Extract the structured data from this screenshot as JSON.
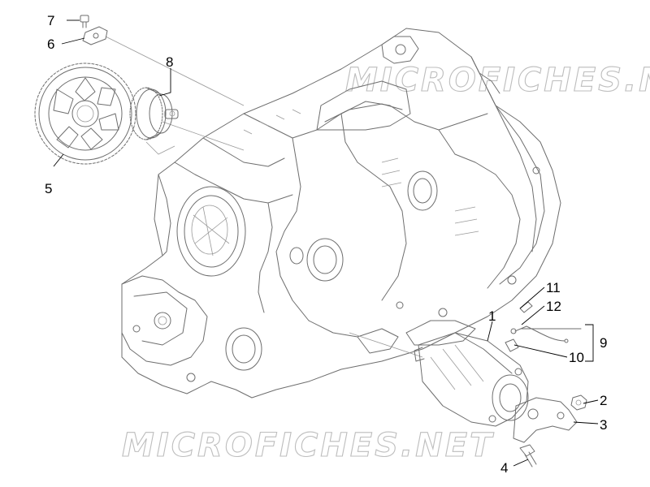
{
  "watermark": {
    "top_text": "MICROFICHES.NET",
    "bottom_text": "MICROFICHES.NET"
  },
  "callouts": [
    {
      "id": "1",
      "label": "1"
    },
    {
      "id": "2",
      "label": "2"
    },
    {
      "id": "3",
      "label": "3"
    },
    {
      "id": "4",
      "label": "4"
    },
    {
      "id": "5",
      "label": "5"
    },
    {
      "id": "6",
      "label": "6"
    },
    {
      "id": "7",
      "label": "7"
    },
    {
      "id": "8",
      "label": "8"
    },
    {
      "id": "9",
      "label": "9"
    },
    {
      "id": "10",
      "label": "10"
    },
    {
      "id": "11",
      "label": "11"
    },
    {
      "id": "12",
      "label": "12"
    }
  ]
}
